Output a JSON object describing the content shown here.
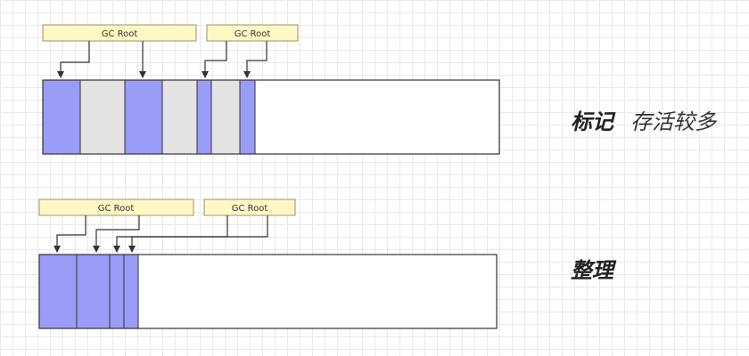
{
  "colors": {
    "live": "#9a9cf8",
    "dead": "#e4e4e4",
    "free": "#ffffff",
    "root_fill": "#fdf8c5",
    "root_border": "#9a9460",
    "outline": "#333333",
    "arrow": "#333333"
  },
  "panels": [
    {
      "id": "mark",
      "title_bold": "标记",
      "title_rest": "存活较多",
      "roots": [
        {
          "label": "GC Root"
        },
        {
          "label": "GC Root"
        }
      ],
      "memory_cells": [
        "live",
        "dead",
        "live",
        "dead",
        "live",
        "dead",
        "live",
        "free"
      ]
    },
    {
      "id": "compact",
      "title_bold": "整理",
      "title_rest": "",
      "roots": [
        {
          "label": "GC Root"
        },
        {
          "label": "GC Root"
        }
      ],
      "memory_cells": [
        "live",
        "live",
        "live",
        "live",
        "free"
      ]
    }
  ]
}
